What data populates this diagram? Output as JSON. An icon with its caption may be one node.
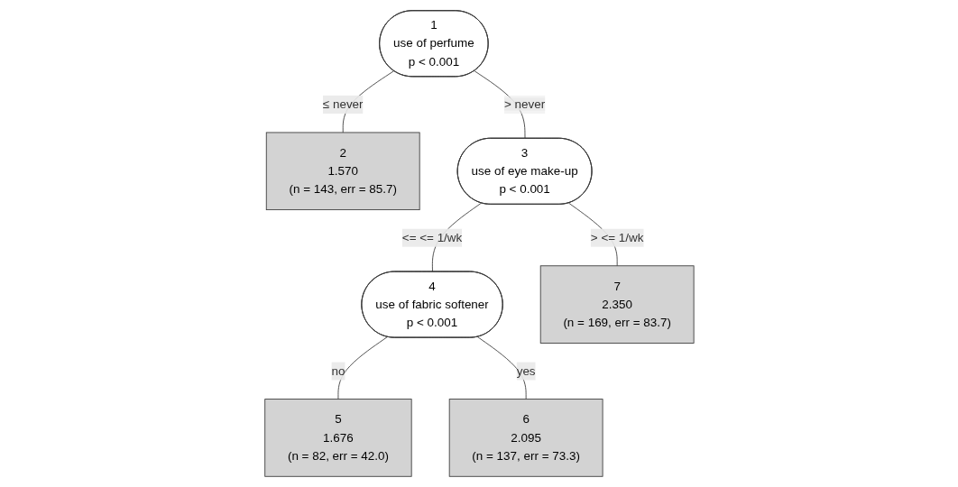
{
  "diagram": {
    "nodes": [
      {
        "text": [
          "1",
          "use of perfume",
          "p < 0.001"
        ]
      },
      {
        "text": [
          "2",
          "1.570",
          "(n = 143, err = 85.7)"
        ]
      },
      {
        "text": [
          "3",
          "use of eye make-up",
          "p < 0.001"
        ]
      },
      {
        "text": [
          "4",
          "use of fabric softener",
          "p < 0.001"
        ]
      },
      {
        "text": [
          "5",
          "1.676",
          "(n = 82, err = 42.0)"
        ]
      },
      {
        "text": [
          "6",
          "2.095",
          "(n = 137, err = 73.3)"
        ]
      },
      {
        "text": [
          "7",
          "2.350",
          "(n = 169, err = 83.7)"
        ]
      }
    ],
    "edges": [
      {
        "from": 0,
        "to": 1,
        "arrow": "none",
        "label": "≤ never"
      },
      {
        "from": 0,
        "to": 2,
        "arrow": "none",
        "label": "> never"
      },
      {
        "from": 2,
        "to": 3,
        "arrow": "none",
        "label": "<= <= 1/wk"
      },
      {
        "from": 3,
        "to": 4,
        "arrow": "none",
        "label": "no"
      },
      {
        "from": 3,
        "to": 5,
        "arrow": "none",
        "label": "yes"
      },
      {
        "from": 2,
        "to": 6,
        "arrow": "none",
        "label": "> <= 1/wk"
      }
    ]
  }
}
